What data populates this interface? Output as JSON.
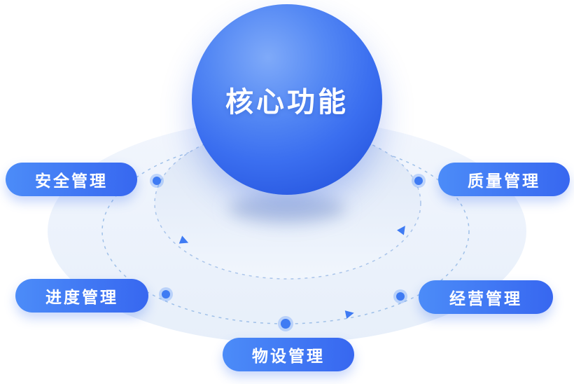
{
  "diagram": {
    "title": "核心功能",
    "nodes": [
      {
        "id": "safety",
        "label": "安全管理"
      },
      {
        "id": "quality",
        "label": "质量管理"
      },
      {
        "id": "progress",
        "label": "进度管理"
      },
      {
        "id": "operation",
        "label": "经营管理"
      },
      {
        "id": "equipment",
        "label": "物设管理"
      }
    ],
    "colors": {
      "accent_blue": "#3B6FF0",
      "pill_gradient_start": "#4C8CF8",
      "pill_gradient_end": "#3767F0",
      "sphere_highlight": "#7FAAF9",
      "sphere_deep": "#2150D8",
      "orbit_dash": "#9FC0E8",
      "dot_fill": "#3F7BF3",
      "dot_halo": "rgba(77,140,248,0.35)",
      "base_ellipse_top": "#F2F6FD",
      "base_ellipse_bottom": "#E7EFFA",
      "inner_ellipse_top": "#DCE6F6",
      "inner_ellipse_bottom": "#F1F6FD"
    }
  }
}
